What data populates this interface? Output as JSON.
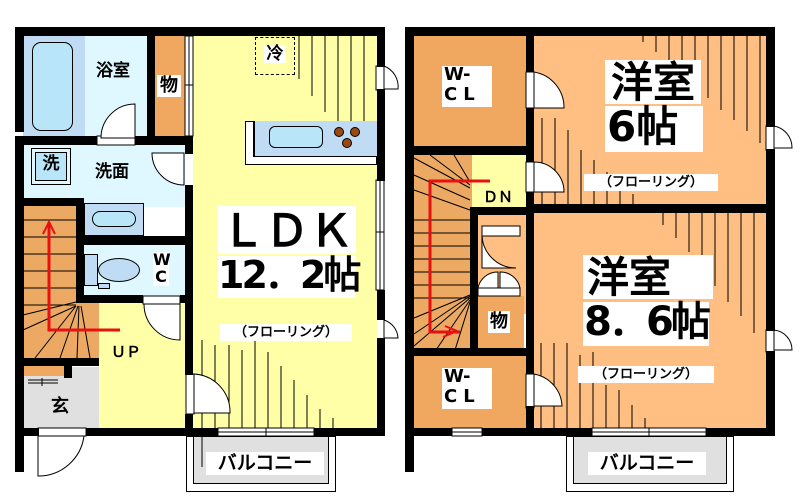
{
  "colors": {
    "wall": "#000000",
    "ldk_floor": "#FFFFA8",
    "bath_floor": "#DFF8FF",
    "bathtub_area": "#C0DCF5",
    "fixture_blue": "#B8DEF8",
    "storage_orange": "#F0A860",
    "western_room": "#FFBE82",
    "stairs": "#EBA964",
    "entrance_gray": "#E0E0E0",
    "balcony_gray": "#E0E0E0",
    "arrow_red": "#E81010",
    "stove_brown": "#9A4A10"
  },
  "floor1": {
    "rooms": {
      "bathroom": "浴室",
      "storage": "物",
      "washroom": "洗面",
      "washer": "洗",
      "toilet": "W\nC",
      "ldk_title": "ＬＤＫ",
      "ldk_size": "12．2帖",
      "ldk_flooring": "（フローリング）",
      "refrigerator": "冷",
      "stairs_up": "ＵＰ",
      "entrance": "玄",
      "balcony": "バルコニー"
    }
  },
  "floor2": {
    "rooms": {
      "wcl_top_line1": "W-",
      "wcl_top_line2": "CL",
      "western_6_title": "洋室",
      "western_6_size": "6帖",
      "western_6_flooring": "（フローリング）",
      "stairs_down": "ＤＮ",
      "storage": "物",
      "western_86_title": "洋室",
      "western_86_size": "8．6帖",
      "western_86_flooring": "（フローリング）",
      "wcl_bottom_line1": "W-",
      "wcl_bottom_line2": "CL",
      "balcony": "バルコニー"
    }
  }
}
